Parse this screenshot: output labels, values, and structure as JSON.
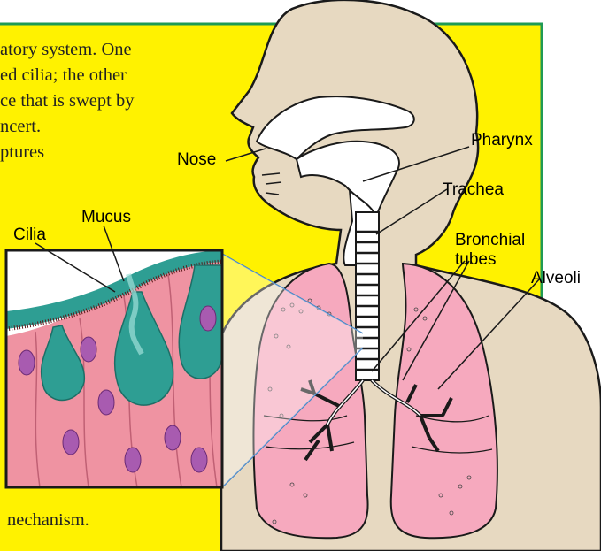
{
  "colors": {
    "background_yellow": "#FFF200",
    "border_green": "#1f9a55",
    "skin": "#E7D9C1",
    "lung_pink": "#F6A9BE",
    "mucosa_pink": "#EF93A2",
    "mucus_teal": "#2E9E93",
    "cell_purple": "#A85BB0",
    "pointer_blue": "#3c7fc4"
  },
  "text_lines": [
    "atory system. One",
    "ed cilia; the other",
    "ce that is swept by",
    "ncert.",
    "ptures"
  ],
  "bottom_text": "nechanism.",
  "labels": {
    "nose": "Nose",
    "pharynx": "Pharynx",
    "trachea": "Trachea",
    "bronchial_1": "Bronchial",
    "bronchial_2": "tubes",
    "alveoli": "Alveoli",
    "cilia": "Cilia",
    "mucus": "Mucus"
  }
}
